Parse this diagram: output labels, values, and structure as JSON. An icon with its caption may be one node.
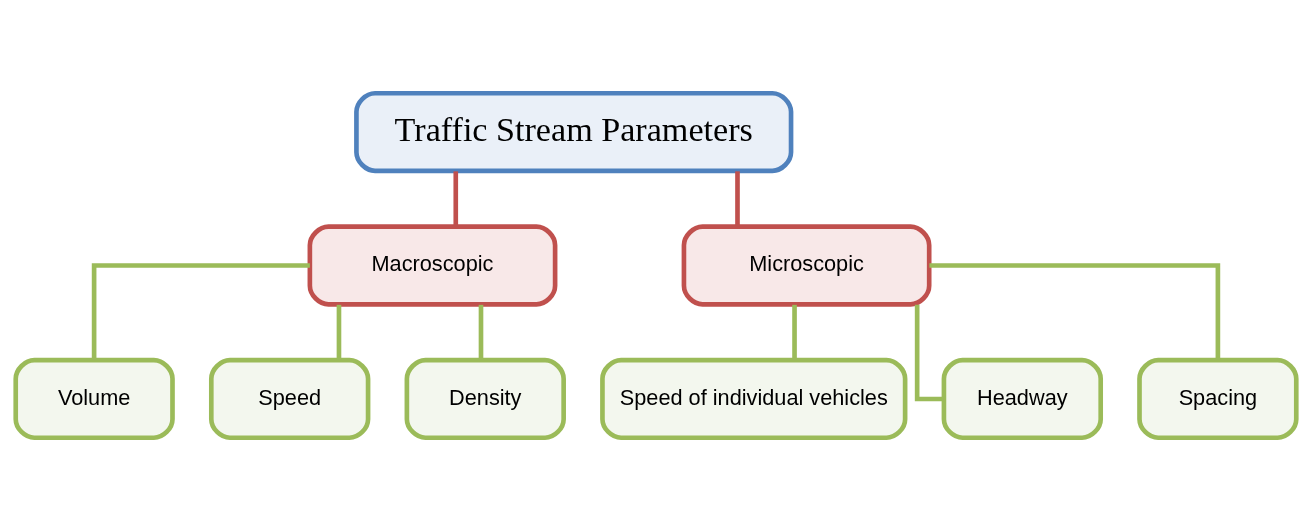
{
  "diagram": {
    "nodes": [
      {
        "text": [
          "Traffic Stream Parameters"
        ]
      },
      {
        "text": [
          "Macroscopic"
        ]
      },
      {
        "text": [
          "Microscopic"
        ]
      },
      {
        "text": [
          "Volume"
        ]
      },
      {
        "text": [
          "Speed"
        ]
      },
      {
        "text": [
          "Density"
        ]
      },
      {
        "text": [
          "Speed of individual vehicles"
        ]
      },
      {
        "text": [
          "Headway"
        ]
      },
      {
        "text": [
          "Spacing"
        ]
      }
    ],
    "edges": [
      {
        "from": 0,
        "to": 1,
        "arrow": "none",
        "color": "#c0504d"
      },
      {
        "from": 0,
        "to": 2,
        "arrow": "none",
        "color": "#c0504d"
      },
      {
        "from": 1,
        "to": 3,
        "arrow": "none"
      },
      {
        "from": 1,
        "to": 4,
        "arrow": "none"
      },
      {
        "from": 1,
        "to": 5,
        "arrow": "none"
      },
      {
        "from": 2,
        "to": 6,
        "arrow": "none"
      },
      {
        "from": 2,
        "to": 7,
        "arrow": "none"
      },
      {
        "from": 2,
        "to": 8,
        "arrow": "none"
      }
    ]
  }
}
